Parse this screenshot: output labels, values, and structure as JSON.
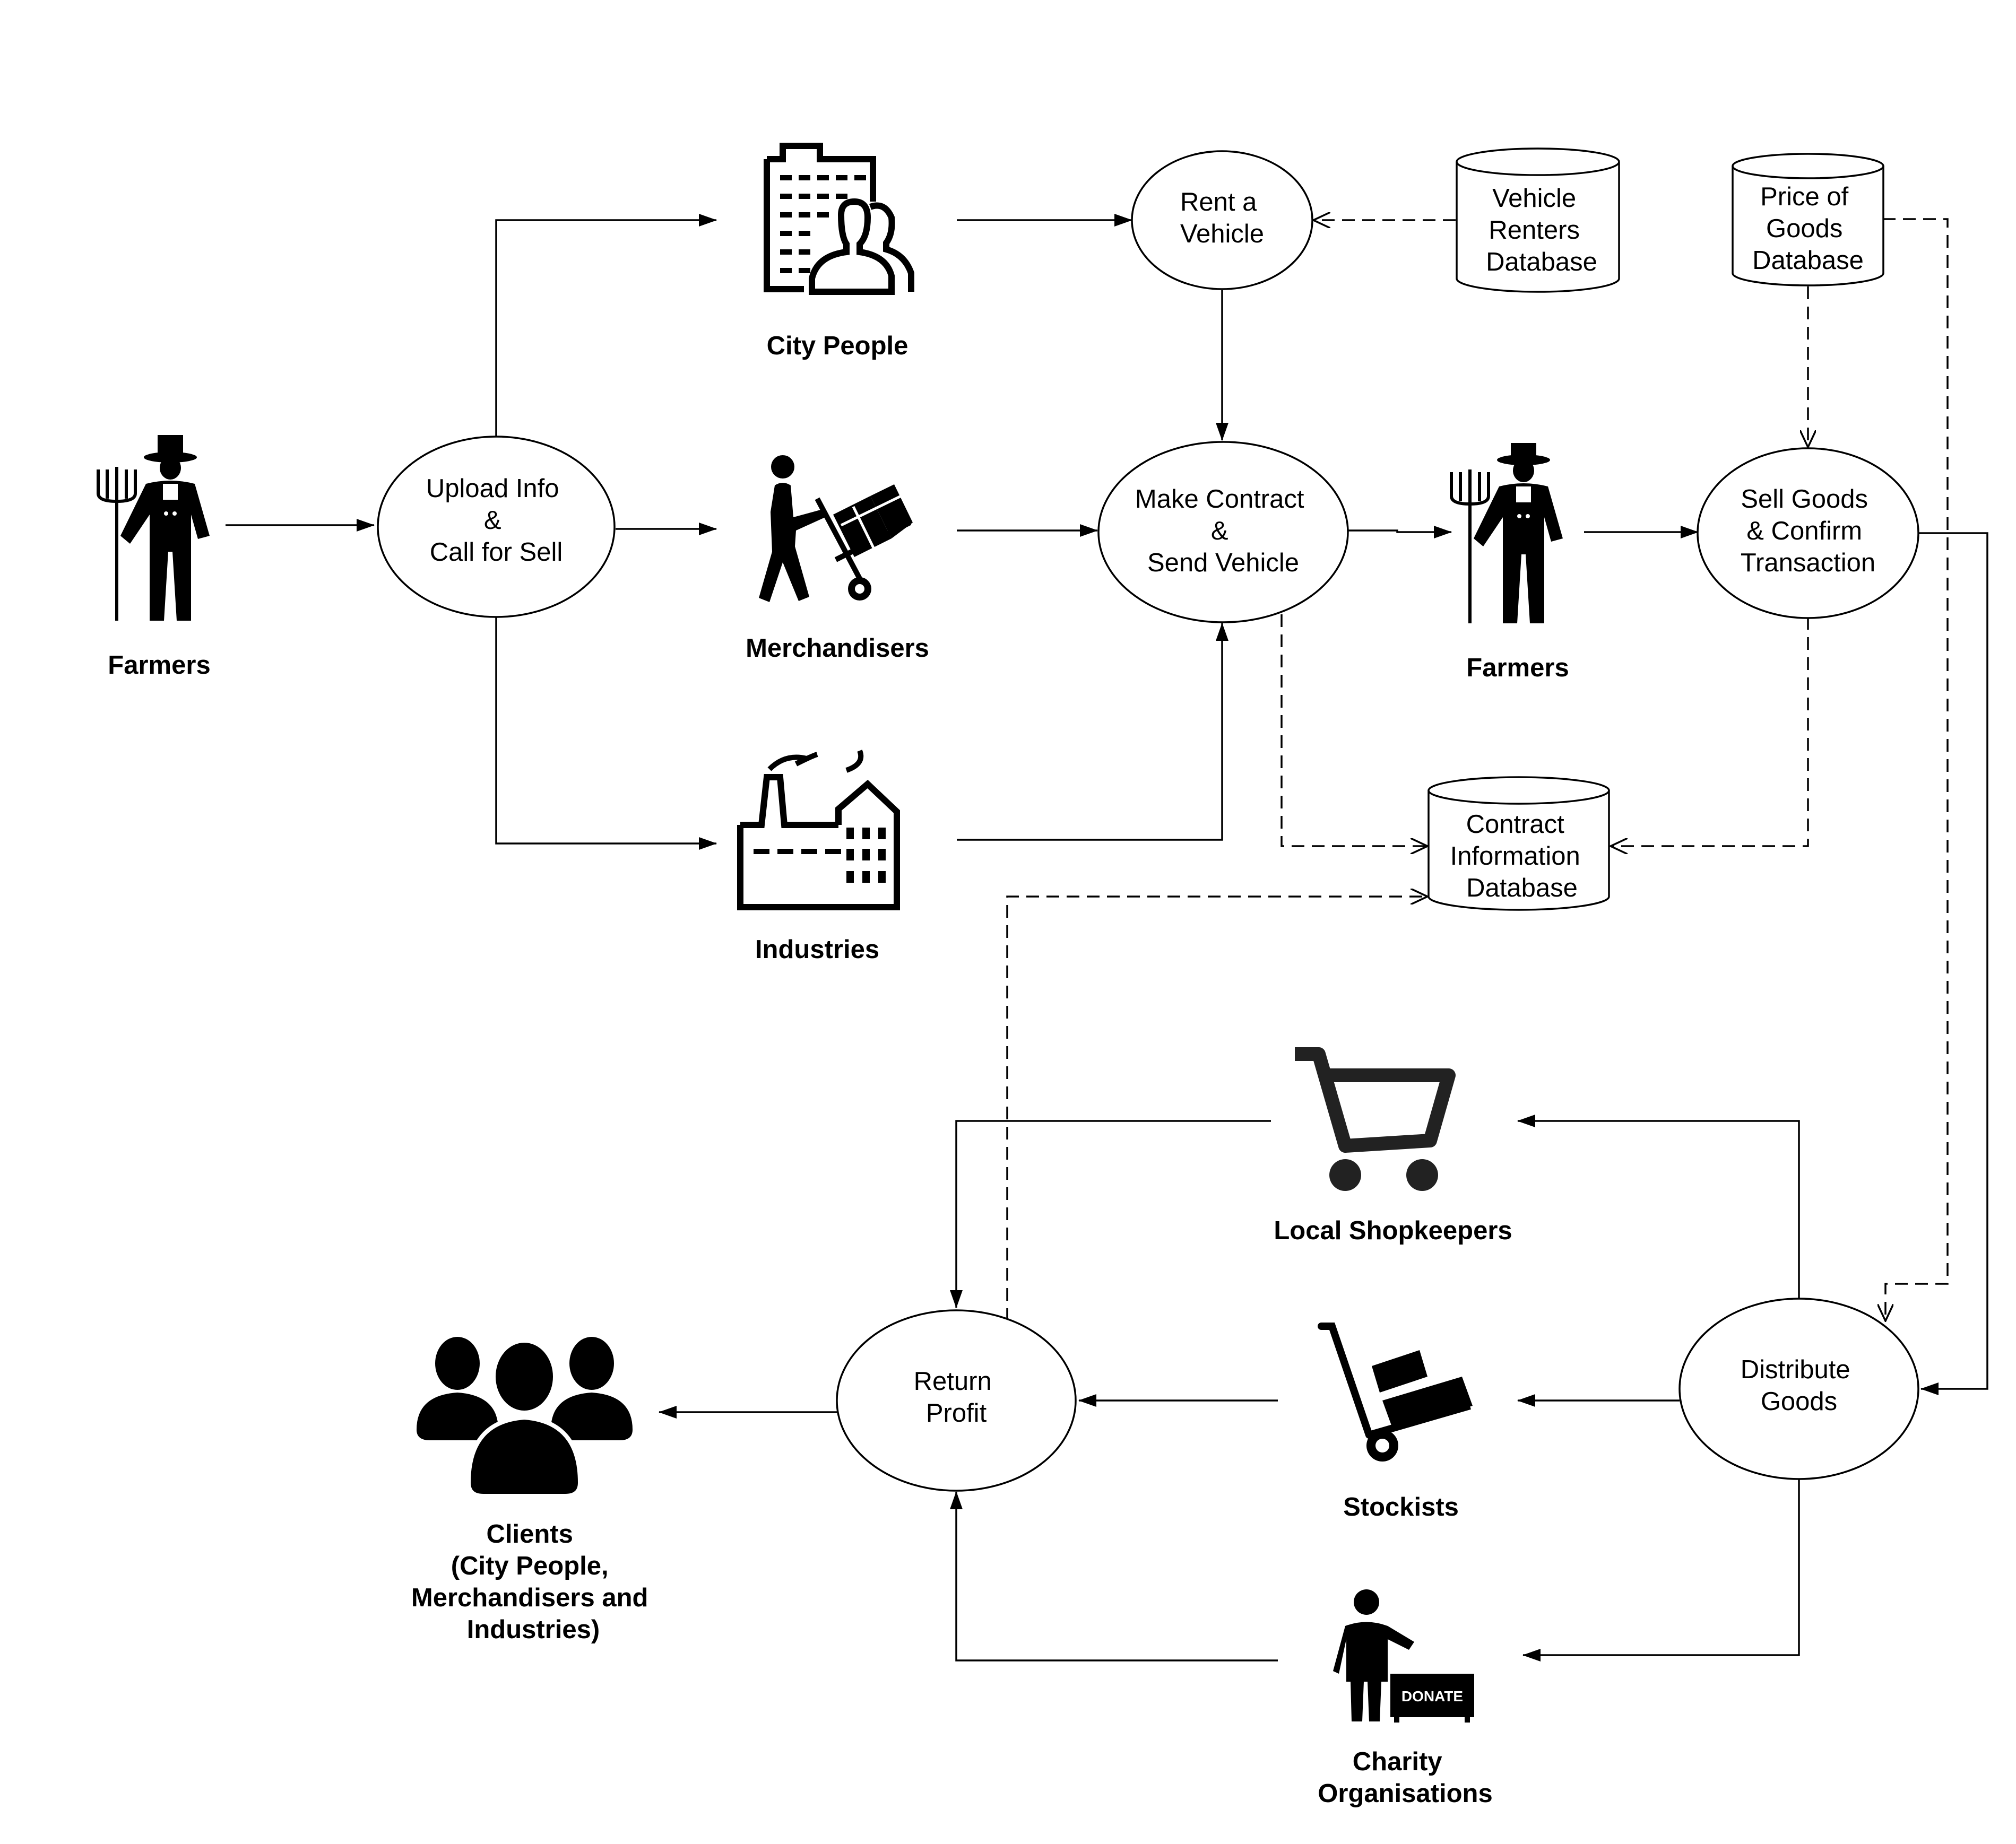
{
  "actors": {
    "farmers_left": "Farmers",
    "city_people": "City People",
    "merchandisers": "Merchandisers",
    "industries": "Industries",
    "farmers_right": "Farmers",
    "local_shopkeepers": "Local Shopkeepers",
    "stockists": "Stockists",
    "charity": [
      "Charity",
      "Organisations"
    ],
    "clients": [
      "Clients",
      "(City People,",
      "Merchandisers and",
      "Industries)"
    ]
  },
  "processes": {
    "upload": [
      "Upload Info",
      "&",
      "Call for Sell"
    ],
    "rent": [
      "Rent a",
      "Vehicle"
    ],
    "contract": [
      "Make Contract",
      "&",
      "Send Vehicle"
    ],
    "sell": [
      "Sell Goods",
      "& Confirm",
      "Transaction"
    ],
    "distribute": [
      "Distribute",
      "Goods"
    ],
    "return_profit": [
      "Return",
      "Profit"
    ]
  },
  "databases": {
    "vehicle_renters": [
      "Vehicle",
      "Renters",
      "Database"
    ],
    "price_goods": [
      "Price of",
      "Goods",
      "Database"
    ],
    "contract_info": [
      "Contract",
      "Information",
      "Database"
    ]
  },
  "icons": {
    "farmer": "farmer-icon",
    "city_people": "city-building-people-icon",
    "merchandiser": "hand-truck-person-icon",
    "industry": "factory-icon",
    "shop": "shopping-cart-icon",
    "stockist": "hand-truck-icon",
    "charity": "donate-box-person-icon",
    "clients": "group-people-icon"
  },
  "charity_sign": "DONATE"
}
